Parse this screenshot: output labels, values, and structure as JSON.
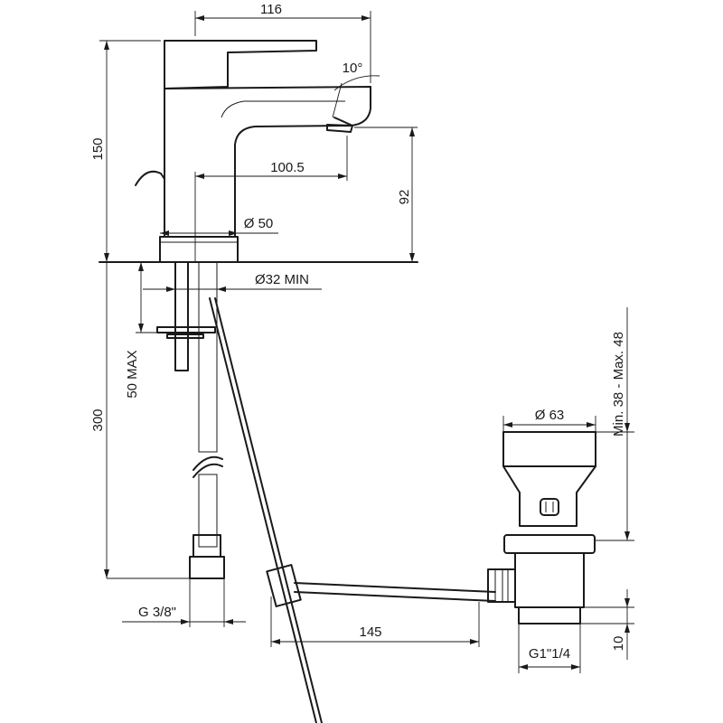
{
  "dimensions": {
    "overall_width": "116",
    "lever_tilt": "10°",
    "overall_height": "150",
    "spout_reach": "100.5",
    "spout_height": "92",
    "base_diameter": "Ø 50",
    "hole_diameter": "Ø32 MIN",
    "deck_thickness": "50 MAX",
    "hose_length": "300",
    "hose_thread": "G 3/8\"",
    "drain_diameter": "Ø 63",
    "drain_clamp_range": "Min. 38 - Max. 48",
    "rod_length": "145",
    "drain_thread": "G1\"1/4",
    "drain_tail": "10"
  }
}
